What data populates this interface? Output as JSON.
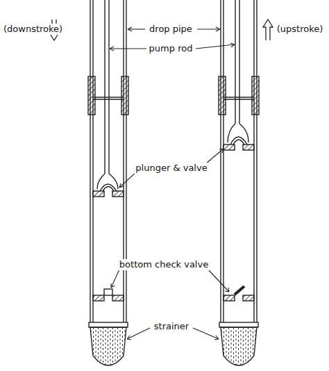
{
  "diagram": {
    "labels": [
      "(downstroke)",
      "drop pipe",
      "(upstroke)",
      "pump rod",
      "plunger & valve",
      "bottom check valve",
      "strainer"
    ]
  }
}
